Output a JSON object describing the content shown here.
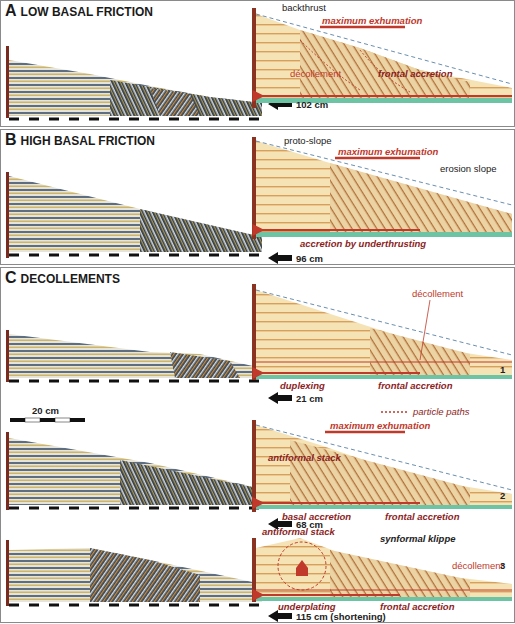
{
  "diagram": {
    "nodes": [
      {
        "text": [
          "A",
          "LOW BASAL FRICTION"
        ]
      },
      {
        "text": [
          "B",
          "HIGH BASAL FRICTION"
        ]
      },
      {
        "text": [
          "C",
          "DECOLLEMENTS"
        ]
      }
    ],
    "labels": [
      "backthrust",
      "maximum exhumation",
      "décollement",
      "frontal accretion",
      "102 cm",
      "proto-slope",
      "maximum exhumation",
      "erosion slope",
      "accretion by underthrusting",
      "96 cm",
      "décollement",
      "1",
      "duplexing",
      "frontal accretion",
      "21 cm",
      "20 cm",
      "maximum exhumation",
      "antiformal stack",
      "2",
      "basal accretion",
      "frontal accretion",
      "68 cm",
      "antiformal stack",
      "synformal klippe",
      "décollement",
      "3",
      "underplating",
      "frontal accretion",
      "115 cm (shortening)"
    ],
    "legend": [
      {
        "text": "particle paths"
      }
    ]
  }
}
